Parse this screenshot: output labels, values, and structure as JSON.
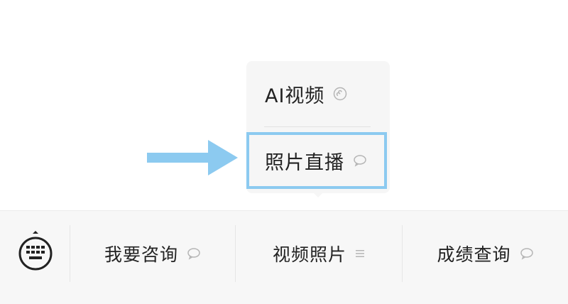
{
  "popup_menu": {
    "items": [
      {
        "label": "AI视频",
        "icon": "mini-program-icon"
      },
      {
        "label": "照片直播",
        "icon": "chat-bubble-icon",
        "highlighted": true
      }
    ]
  },
  "annotation": {
    "arrow_color": "#8ccaf0",
    "highlight_color": "#8ccaf0"
  },
  "bottom_bar": {
    "keyboard_icon": "keyboard-icon",
    "menus": [
      {
        "label": "我要咨询",
        "icon": "chat-bubble-icon"
      },
      {
        "label": "视频照片",
        "icon": "menu-lines-icon"
      },
      {
        "label": "成绩查询",
        "icon": "chat-bubble-icon"
      }
    ]
  }
}
